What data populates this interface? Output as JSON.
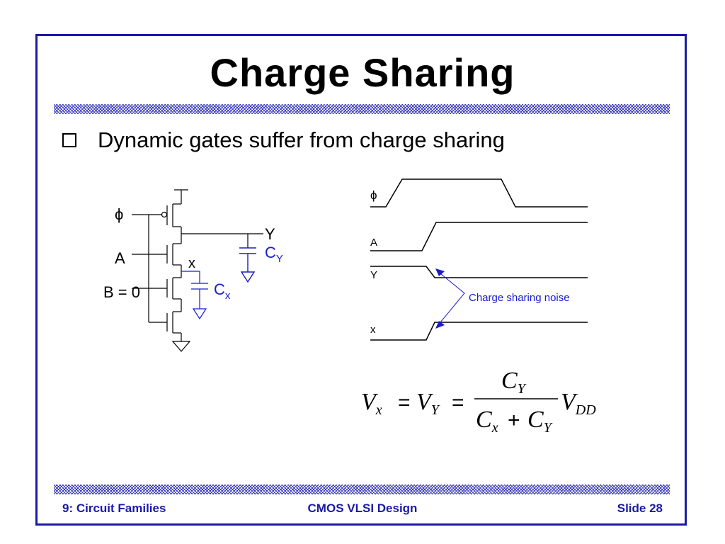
{
  "title": "Charge Sharing",
  "bullet": "Dynamic gates suffer from charge sharing",
  "circuit": {
    "phi_label": "ϕ",
    "a_label": "A",
    "b_label": "B = 0",
    "y_label": "Y",
    "x_label": "x",
    "cy_main": "C",
    "cy_sub": "Y",
    "cx_main": "C",
    "cx_sub": "x"
  },
  "waveform": {
    "phi_label": "ϕ",
    "a_label": "A",
    "y_label": "Y",
    "x_label": "x",
    "noise_label": "Charge sharing noise"
  },
  "equation": {
    "v": "V",
    "sub_x": "x",
    "sub_y": "Y",
    "eq": "=",
    "c": "C",
    "plus": "+",
    "sub_dd": "DD"
  },
  "footer": {
    "left": "9: Circuit Families",
    "center": "CMOS VLSI Design",
    "right": "Slide 28"
  },
  "colors": {
    "frame": "#1a1aa6",
    "accent_blue": "#1a1ad0"
  }
}
